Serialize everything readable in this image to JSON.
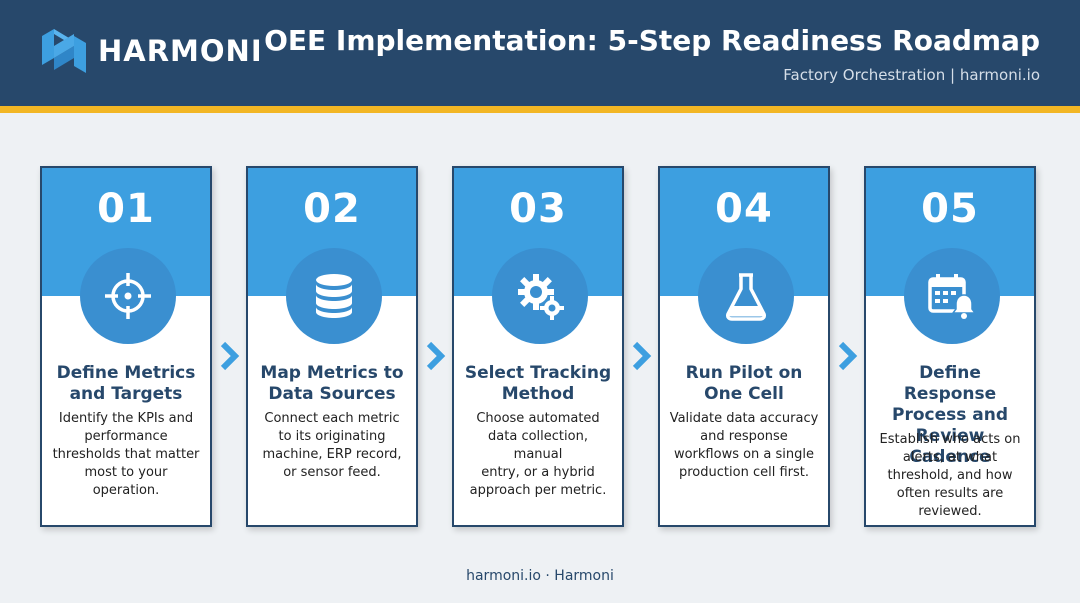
{
  "brand": {
    "name": "HARMONI",
    "logo_icon": "harmoni-h-logo-icon",
    "colors": {
      "header": "#27486b",
      "accent": "#f2b624",
      "card_top": "#3d9fe0",
      "icon_circle": "#3a8fd0"
    }
  },
  "header": {
    "title": "OEE Implementation: 5-Step Readiness Roadmap",
    "subtitle": "Factory Orchestration | harmoni.io"
  },
  "steps": [
    {
      "number": "01",
      "icon": "crosshair-target-icon",
      "title_lines": [
        "Define Metrics",
        "and Targets"
      ],
      "desc_lines": [
        "Identify the KPIs and",
        "performance",
        "thresholds that matter",
        "most to your operation."
      ]
    },
    {
      "number": "02",
      "icon": "database-icon",
      "title_lines": [
        "Map Metrics to",
        "Data Sources"
      ],
      "desc_lines": [
        "Connect each metric",
        "to its originating",
        "machine, ERP record,",
        "or sensor feed."
      ]
    },
    {
      "number": "03",
      "icon": "gears-icon",
      "title_lines": [
        "Select Tracking",
        "Method"
      ],
      "desc_lines": [
        "Choose automated",
        "data collection, manual",
        "entry, or a hybrid",
        "approach per metric."
      ]
    },
    {
      "number": "04",
      "icon": "flask-icon",
      "title_lines": [
        "Run Pilot on",
        "One Cell"
      ],
      "desc_lines": [
        "Validate data accuracy",
        "and response",
        "workflows on a single",
        "production cell first."
      ]
    },
    {
      "number": "05",
      "icon": "calendar-bell-icon",
      "title_lines": [
        "Define Response",
        "Process and",
        "Review Cadence"
      ],
      "desc_lines": [
        "Establish who acts on",
        "alerts, at what",
        "threshold, and how",
        "often results are",
        "reviewed."
      ]
    }
  ],
  "arrow_icon": "chevron-right-icon",
  "footer": {
    "text": "harmoni.io · Harmoni"
  }
}
